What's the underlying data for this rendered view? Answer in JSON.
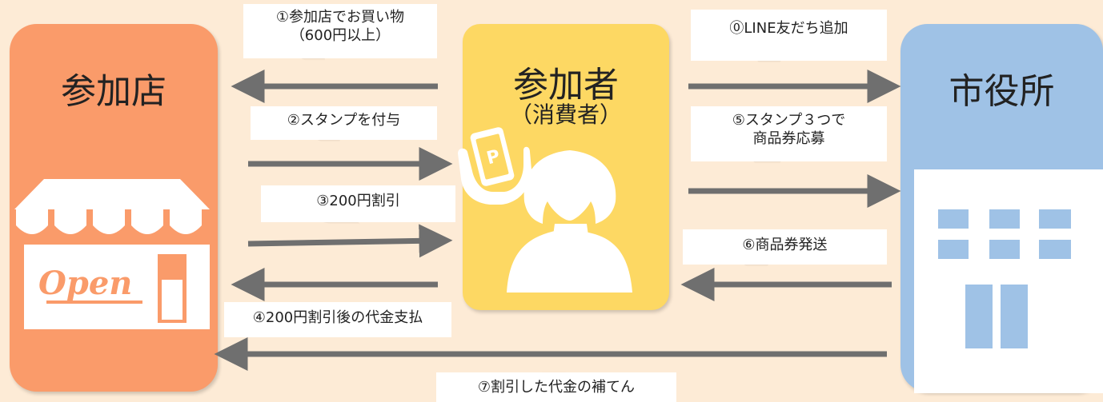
{
  "store": {
    "title": "参加店",
    "sign": "Open"
  },
  "participant": {
    "title": "参加者",
    "subtitle": "（消費者）",
    "phone_letter": "P"
  },
  "city_hall": {
    "title": "市役所"
  },
  "steps": {
    "s0": {
      "label": "⓪LINE友だち追加"
    },
    "s1": {
      "line1": "①参加店でお買い物",
      "line2": "（600円以上）"
    },
    "s2": {
      "label": "②スタンプを付与"
    },
    "s3": {
      "label": "③200円割引"
    },
    "s4": {
      "label": "④200円割引後の代金支払"
    },
    "s5": {
      "line1": "⑤スタンプ３つで",
      "line2": "商品券応募"
    },
    "s6": {
      "label": "⑥商品券発送"
    },
    "s7": {
      "label": "⑦割引した代金の補てん"
    }
  },
  "colors": {
    "background": "#fdebd6",
    "store": "#fa9b6a",
    "participant": "#fdd863",
    "city_hall": "#9fc2e6",
    "arrow": "#6f6f6f",
    "note": "#ffffff"
  },
  "icons": [
    "storefront-icon",
    "smartphone-in-hand-icon",
    "person-silhouette-icon",
    "building-icon"
  ]
}
